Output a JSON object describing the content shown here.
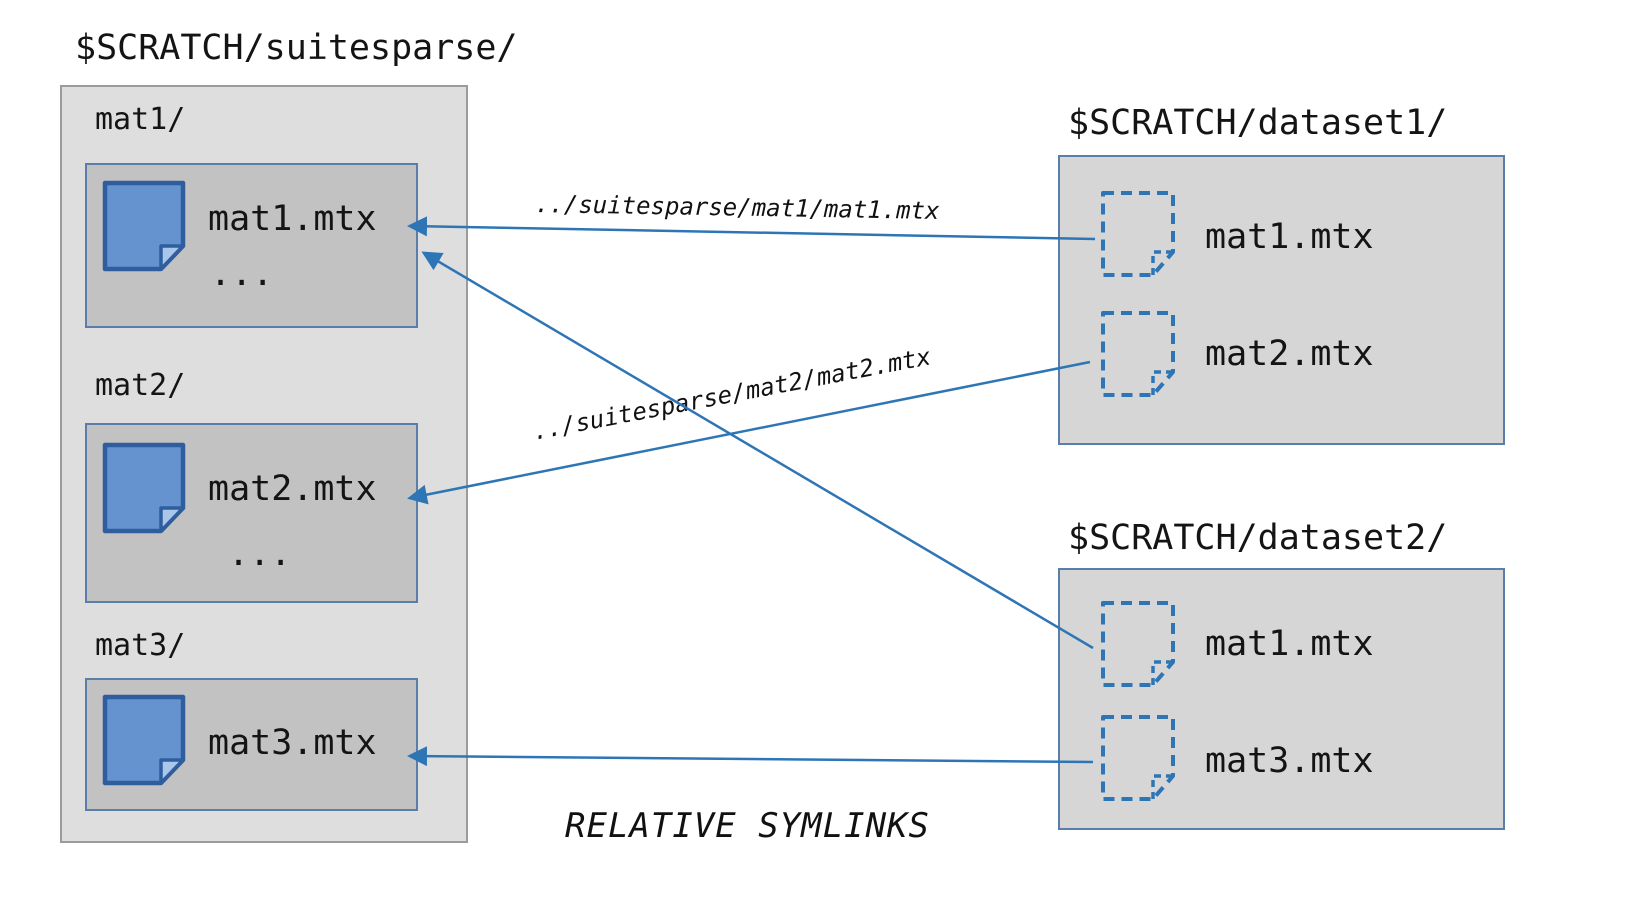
{
  "suitesparse": {
    "title": "$SCRATCH/suitesparse/",
    "folders": [
      {
        "name": "mat1/",
        "file": "mat1.mtx",
        "ellipsis": "..."
      },
      {
        "name": "mat2/",
        "file": "mat2.mtx",
        "ellipsis": "..."
      },
      {
        "name": "mat3/",
        "file": "mat3.mtx"
      }
    ]
  },
  "datasets": [
    {
      "title": "$SCRATCH/dataset1/",
      "files": [
        {
          "name": "mat1.mtx"
        },
        {
          "name": "mat2.mtx"
        }
      ]
    },
    {
      "title": "$SCRATCH/dataset2/",
      "files": [
        {
          "name": "mat1.mtx"
        },
        {
          "name": "mat3.mtx"
        }
      ]
    }
  ],
  "symlink_labels": [
    "../suitesparse/mat1/mat1.mtx",
    "../suitesparse/mat2/mat2.mtx"
  ],
  "caption": "RELATIVE SYMLINKS",
  "colors": {
    "arrow_blue": "#2e75b6",
    "file_icon_fill": "#6593cf",
    "file_icon_stroke": "#2f5e9e",
    "file_icon_fold": "#aac7ea",
    "outer_box_fill": "#dedede",
    "outer_box_border": "#9b9b9b",
    "inner_box_fill": "#c2c2c2",
    "dataset_box_fill": "#d6d6d6",
    "box_border_blue": "#5a7ea8"
  }
}
